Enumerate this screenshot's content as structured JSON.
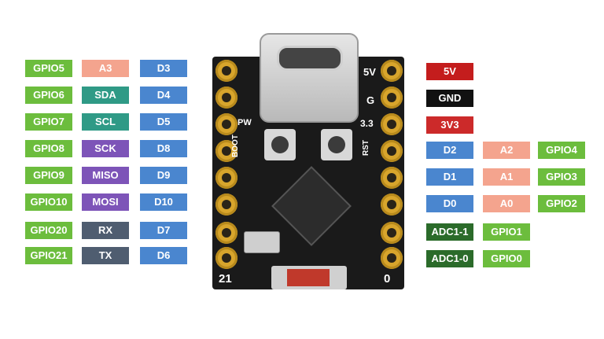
{
  "colors": {
    "gpio": "#6cbd3d",
    "analog": "#f4a48e",
    "comm": "#2f9a86",
    "spi": "#7d54b8",
    "uart": "#4f5d70",
    "digital": "#4a86cf",
    "power_5v": "#c41d1d",
    "gnd": "#111111",
    "power_3v3": "#cc2a2a",
    "adc": "#2b6b2a"
  },
  "board": {
    "silk_5v": "5V",
    "silk_g": "G",
    "silk_pw": "PW",
    "silk_33": "3.3",
    "silk_boot": "BOOT",
    "silk_rst": "RST",
    "silk_21": "21",
    "silk_0": "0"
  },
  "left_pins": [
    {
      "gpio": "GPIO5",
      "alt": "A3",
      "alt_type": "analog",
      "d": "D3"
    },
    {
      "gpio": "GPIO6",
      "alt": "SDA",
      "alt_type": "comm",
      "d": "D4"
    },
    {
      "gpio": "GPIO7",
      "alt": "SCL",
      "alt_type": "comm",
      "d": "D5"
    },
    {
      "gpio": "GPIO8",
      "alt": "SCK",
      "alt_type": "spi",
      "d": "D8"
    },
    {
      "gpio": "GPIO9",
      "alt": "MISO",
      "alt_type": "spi",
      "d": "D9"
    },
    {
      "gpio": "GPIO10",
      "alt": "MOSI",
      "alt_type": "spi",
      "d": "D10"
    },
    {
      "gpio": "GPIO20",
      "alt": "RX",
      "alt_type": "uart",
      "d": "D7"
    },
    {
      "gpio": "GPIO21",
      "alt": "TX",
      "alt_type": "uart",
      "d": "D6"
    }
  ],
  "right_pins": {
    "p5v": "5V",
    "gnd": "GND",
    "p3v3": "3V3",
    "rows": [
      {
        "d": "D2",
        "a": "A2",
        "gpio": "GPIO4"
      },
      {
        "d": "D1",
        "a": "A1",
        "gpio": "GPIO3"
      },
      {
        "d": "D0",
        "a": "A0",
        "gpio": "GPIO2"
      }
    ],
    "adc": [
      {
        "adc": "ADC1-1",
        "gpio": "GPIO1"
      },
      {
        "adc": "ADC1-0",
        "gpio": "GPIO0"
      }
    ]
  }
}
